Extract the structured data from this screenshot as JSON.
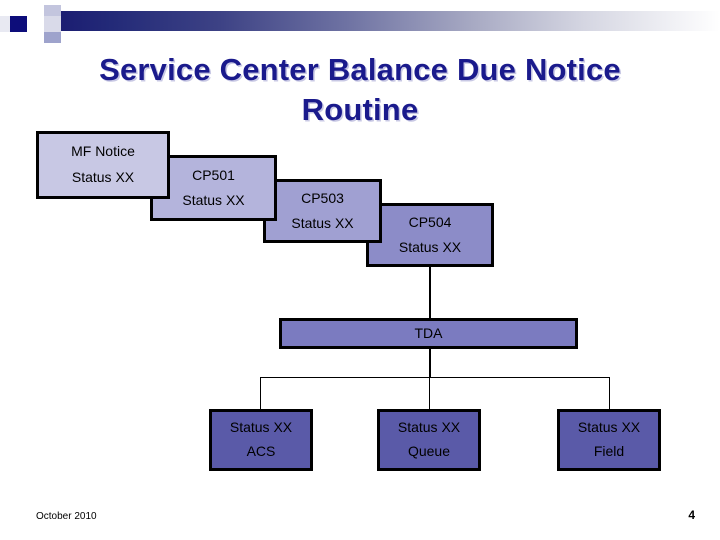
{
  "slide": {
    "title_line1": "Service Center Balance Due",
    "title_line2": "Notice Routine",
    "title_color": "#1a1a8c",
    "background": "#ffffff"
  },
  "decoration": {
    "header_gradient_from": "#191970",
    "header_gradient_to": "#ffffff",
    "accent_square_color": "#0d0d7a"
  },
  "flowchart": {
    "notice_stack": [
      {
        "name": "MF Notice",
        "status": "Status XX",
        "fill": "#c8c8e4"
      },
      {
        "name": "CP501",
        "status": "Status XX",
        "fill": "#b4b4dc"
      },
      {
        "name": "CP503",
        "status": "Status XX",
        "fill": "#a0a0d2"
      },
      {
        "name": "CP504",
        "status": "Status XX",
        "fill": "#8c8cc8"
      }
    ],
    "tda": {
      "label": "TDA",
      "fill": "#7b7bc0"
    },
    "destinations": [
      {
        "status": "Status XX",
        "name": "ACS",
        "fill": "#5a5aa8"
      },
      {
        "status": "Status XX",
        "name": "Queue",
        "fill": "#5a5aa8"
      },
      {
        "status": "Status XX",
        "name": "Field",
        "fill": "#5a5aa8"
      }
    ]
  },
  "footer": {
    "date": "October 2010",
    "page_number": "4"
  }
}
